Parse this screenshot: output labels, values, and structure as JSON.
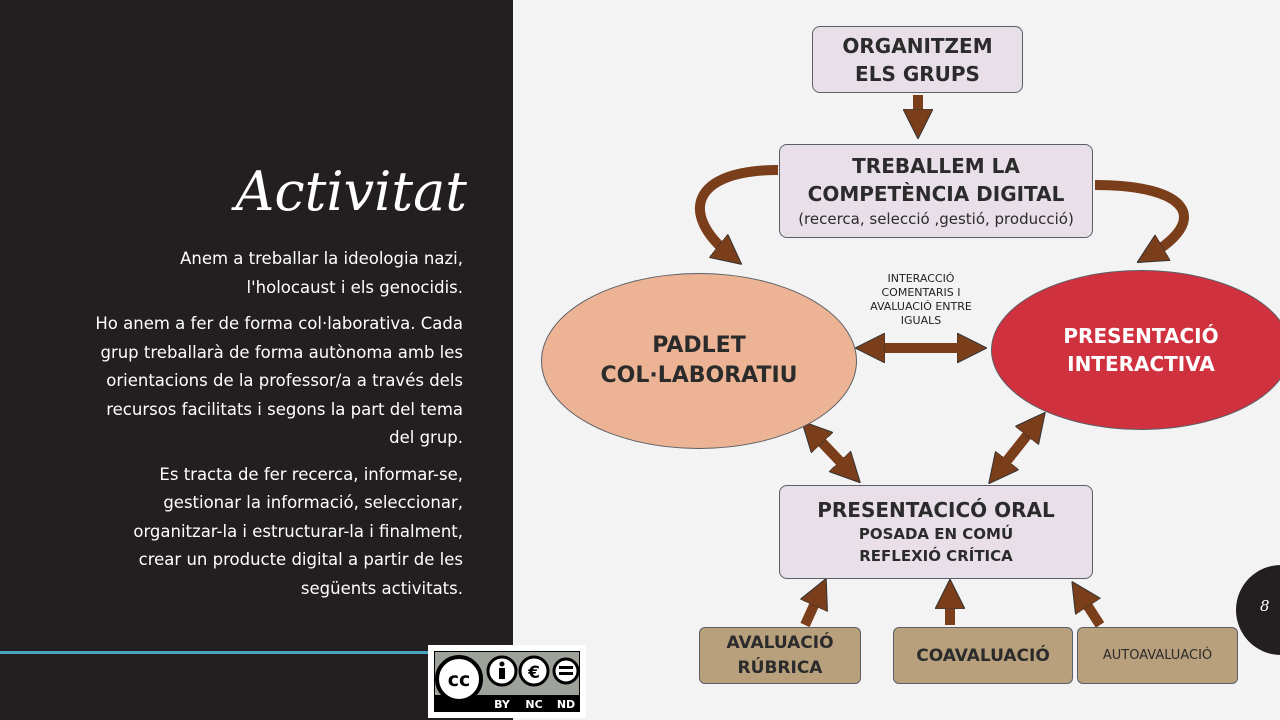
{
  "slide": {
    "title": "Activitat",
    "page_number": "8",
    "paragraphs": [
      "Anem a treballar la ideologia nazi, l'holocaust i els genocidis.",
      "Ho anem a fer de forma col·laborativa.  Cada grup treballarà de forma autònoma amb les orientacions de la professor/a  a través dels recursos facilitats i segons la part del tema del grup.",
      "Es tracta de fer recerca,  informar-se, gestionar la informació, seleccionar, organitzar-la i estructurar-la  i finalment, crear un producte digital a partir de les següents activitats."
    ],
    "license": {
      "labels": [
        "BY",
        "NC",
        "ND"
      ],
      "logo": "cc"
    }
  },
  "diagram": {
    "organize": [
      "ORGANITZEM",
      "ELS GRUPS"
    ],
    "digital": [
      "TREBALLEM LA",
      "COMPETÈNCIA DIGITAL",
      "(recerca, selecció ,gestió, producció)"
    ],
    "padlet": [
      "PADLET",
      "COL·LABORATIU"
    ],
    "presentation": [
      "PRESENTACIÓ",
      "INTERACTIVA"
    ],
    "interaction": [
      "INTERACCIÓ",
      "COMENTARIS I",
      "AVALUACIÓ ENTRE",
      "IGUALS"
    ],
    "oral": [
      "PRESENTACICÓ ORAL",
      "POSADA EN COMÚ",
      "REFLEXIÓ CRÍTICA"
    ],
    "rubric": [
      "AVALUACIÓ",
      "RÚBRICA"
    ],
    "coeval": "COAVALUACIÓ",
    "selfeval": "AUTOAVALUACIÓ",
    "colors": {
      "arrow": "#7a3e1b",
      "padlet": "#ecb495",
      "presentation": "#d0313f",
      "box": "#e8dfe9",
      "tan": "#b8a07d"
    }
  }
}
